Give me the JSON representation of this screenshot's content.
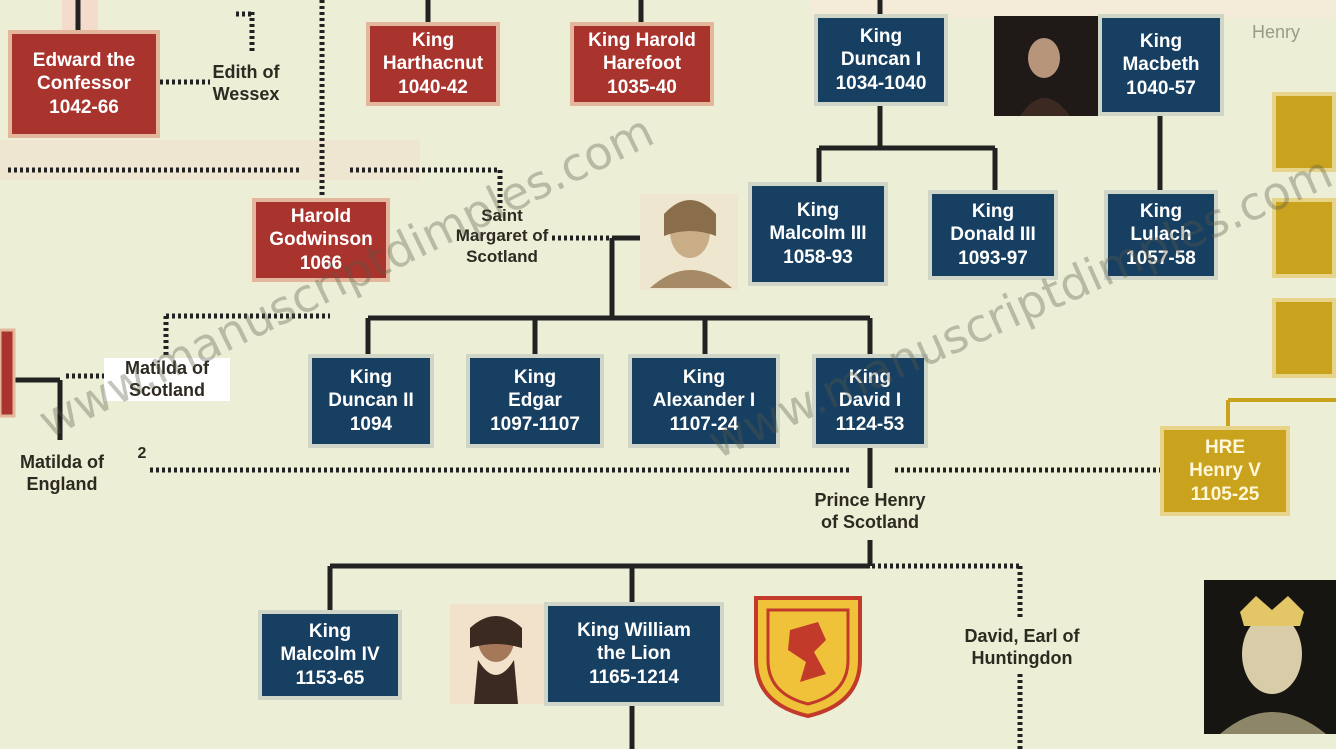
{
  "people": {
    "edward": {
      "lines": [
        "Edward the",
        "Confessor",
        "1042-66"
      ]
    },
    "harthacnut": {
      "lines": [
        "King",
        "Harthacnut",
        "1040-42"
      ]
    },
    "harold_harefoot": {
      "lines": [
        "King Harold",
        "Harefoot",
        "1035-40"
      ]
    },
    "duncan1": {
      "lines": [
        "King",
        "Duncan I",
        "1034-1040"
      ]
    },
    "macbeth": {
      "lines": [
        "King",
        "Macbeth",
        "1040-57"
      ]
    },
    "harold_godwinson": {
      "lines": [
        "Harold",
        "Godwinson",
        "1066"
      ]
    },
    "malcolm3": {
      "lines": [
        "King",
        "Malcolm III",
        "1058-93"
      ]
    },
    "donald3": {
      "lines": [
        "King",
        "Donald III",
        "1093-97"
      ]
    },
    "lulach": {
      "lines": [
        "King",
        "Lulach",
        "1057-58"
      ]
    },
    "duncan2": {
      "lines": [
        "King",
        "Duncan II",
        "1094"
      ]
    },
    "edgar": {
      "lines": [
        "King",
        "Edgar",
        "1097-1107"
      ]
    },
    "alexander1": {
      "lines": [
        "King",
        "Alexander I",
        "1107-24"
      ]
    },
    "david1": {
      "lines": [
        "King",
        "David I",
        "1124-53"
      ]
    },
    "henry5": {
      "lines": [
        "HRE",
        "Henry V",
        "1105-25"
      ]
    },
    "malcolm4": {
      "lines": [
        "King",
        "Malcolm IV",
        "1153-65"
      ]
    },
    "william": {
      "lines": [
        "King William",
        "the Lion",
        "1165-1214"
      ]
    }
  },
  "labels": {
    "edith": [
      "Edith of",
      "Wessex"
    ],
    "margaret": [
      "Saint",
      "Margaret of",
      "Scotland"
    ],
    "matilda_scotland": [
      "Matilda of",
      "Scotland"
    ],
    "matilda_england": [
      "Matilda of",
      "England"
    ],
    "number_marker": "2",
    "prince_henry": [
      "Prince Henry",
      "of Scotland"
    ],
    "david_huntingdon": [
      "David, Earl of",
      "Huntingdon"
    ],
    "top_right": "Henry"
  },
  "watermark": "www.manuscriptdimples.com",
  "colors": {
    "english_kings": "#a9332d",
    "scottish_kings": "#173f61",
    "holy_roman": "#c9a21e",
    "background": "#ecefd6",
    "line": "#222222"
  }
}
